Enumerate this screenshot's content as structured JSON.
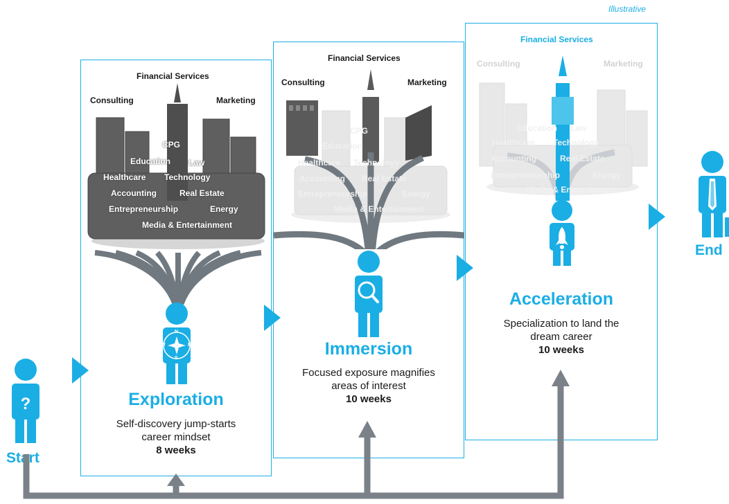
{
  "tag": "Illustrative",
  "start": {
    "label": "Start",
    "symbol": "?"
  },
  "end": {
    "label": "End"
  },
  "panels": [
    {
      "title": "Exploration",
      "desc_lines": [
        "Self-discovery jump-starts",
        "career mindset"
      ],
      "weeks": "8 weeks",
      "top": "Financial Services",
      "left": "Consulting",
      "right": "Marketing",
      "industries": [
        "CPG",
        "Education",
        "Law",
        "Healthcare",
        "Technology",
        "Accounting",
        "Real Estate",
        "Entrepreneurship",
        "Energy",
        "Media & Entertainment"
      ],
      "compass": {
        "n": "N",
        "s": "S",
        "e": "E",
        "w": "W"
      }
    },
    {
      "title": "Immersion",
      "desc_lines": [
        "Focused exposure magnifies",
        "areas of interest"
      ],
      "weeks": "10 weeks",
      "top": "Financial Services",
      "left": "Consulting",
      "right": "Marketing",
      "industries": [
        "CPG",
        "Education",
        "Healthcare",
        "Technology",
        "Accounting",
        "Real Estate",
        "Entrepreneurship",
        "Energy",
        "Media & Entertainment"
      ]
    },
    {
      "title": "Acceleration",
      "desc_lines": [
        "Specialization to land the",
        "dream career"
      ],
      "weeks": "10 weeks",
      "top": "Financial Services",
      "left": "Consulting",
      "right": "Marketing",
      "industries": [
        "Education",
        "Law",
        "Healthcare",
        "Technology",
        "Accounting",
        "Real Estate",
        "Entrepreneurship",
        "Energy",
        "Media & Entertainment"
      ]
    }
  ],
  "colors": {
    "accent": "#1aaee5",
    "feedback": "#7a8189",
    "building": "#6a6a6a"
  }
}
